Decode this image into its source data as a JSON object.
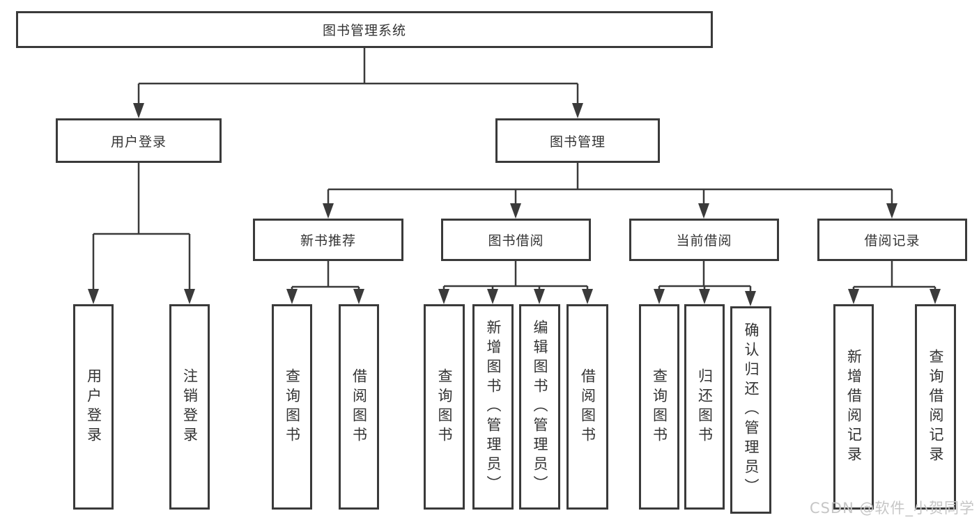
{
  "nodes": {
    "root": {
      "label": "图书管理系统"
    },
    "userLogin": {
      "label": "用户登录"
    },
    "bookMgmt": {
      "label": "图书管理"
    },
    "newBook": {
      "label": "新书推荐"
    },
    "bookBorrow": {
      "label": "图书借阅"
    },
    "currentBorrow": {
      "label": "当前借阅"
    },
    "borrowRecords": {
      "label": "借阅记录"
    }
  },
  "leaves": {
    "login": [
      {
        "label": "用户登录"
      },
      {
        "label": "注销登录"
      }
    ],
    "newBook": [
      {
        "label": "查询图书"
      },
      {
        "label": "借阅图书"
      }
    ],
    "bookBorrow": [
      {
        "label": "查询图书"
      },
      {
        "label": "新增图书（管理员）"
      },
      {
        "label": "编辑图书（管理员）"
      },
      {
        "label": "借阅图书"
      }
    ],
    "currentBorrow": [
      {
        "label": "查询图书"
      },
      {
        "label": "归还图书"
      },
      {
        "label": "确认归还（管理员）"
      }
    ],
    "borrowRecords": [
      {
        "label": "新增借阅记录"
      },
      {
        "label": "查询借阅记录"
      }
    ]
  },
  "watermark": "CSDN @软件_小贺同学",
  "colors": {
    "line": "#3a3a3a",
    "text": "#333333",
    "watermark": "#c6c6c6",
    "background": "#ffffff"
  }
}
